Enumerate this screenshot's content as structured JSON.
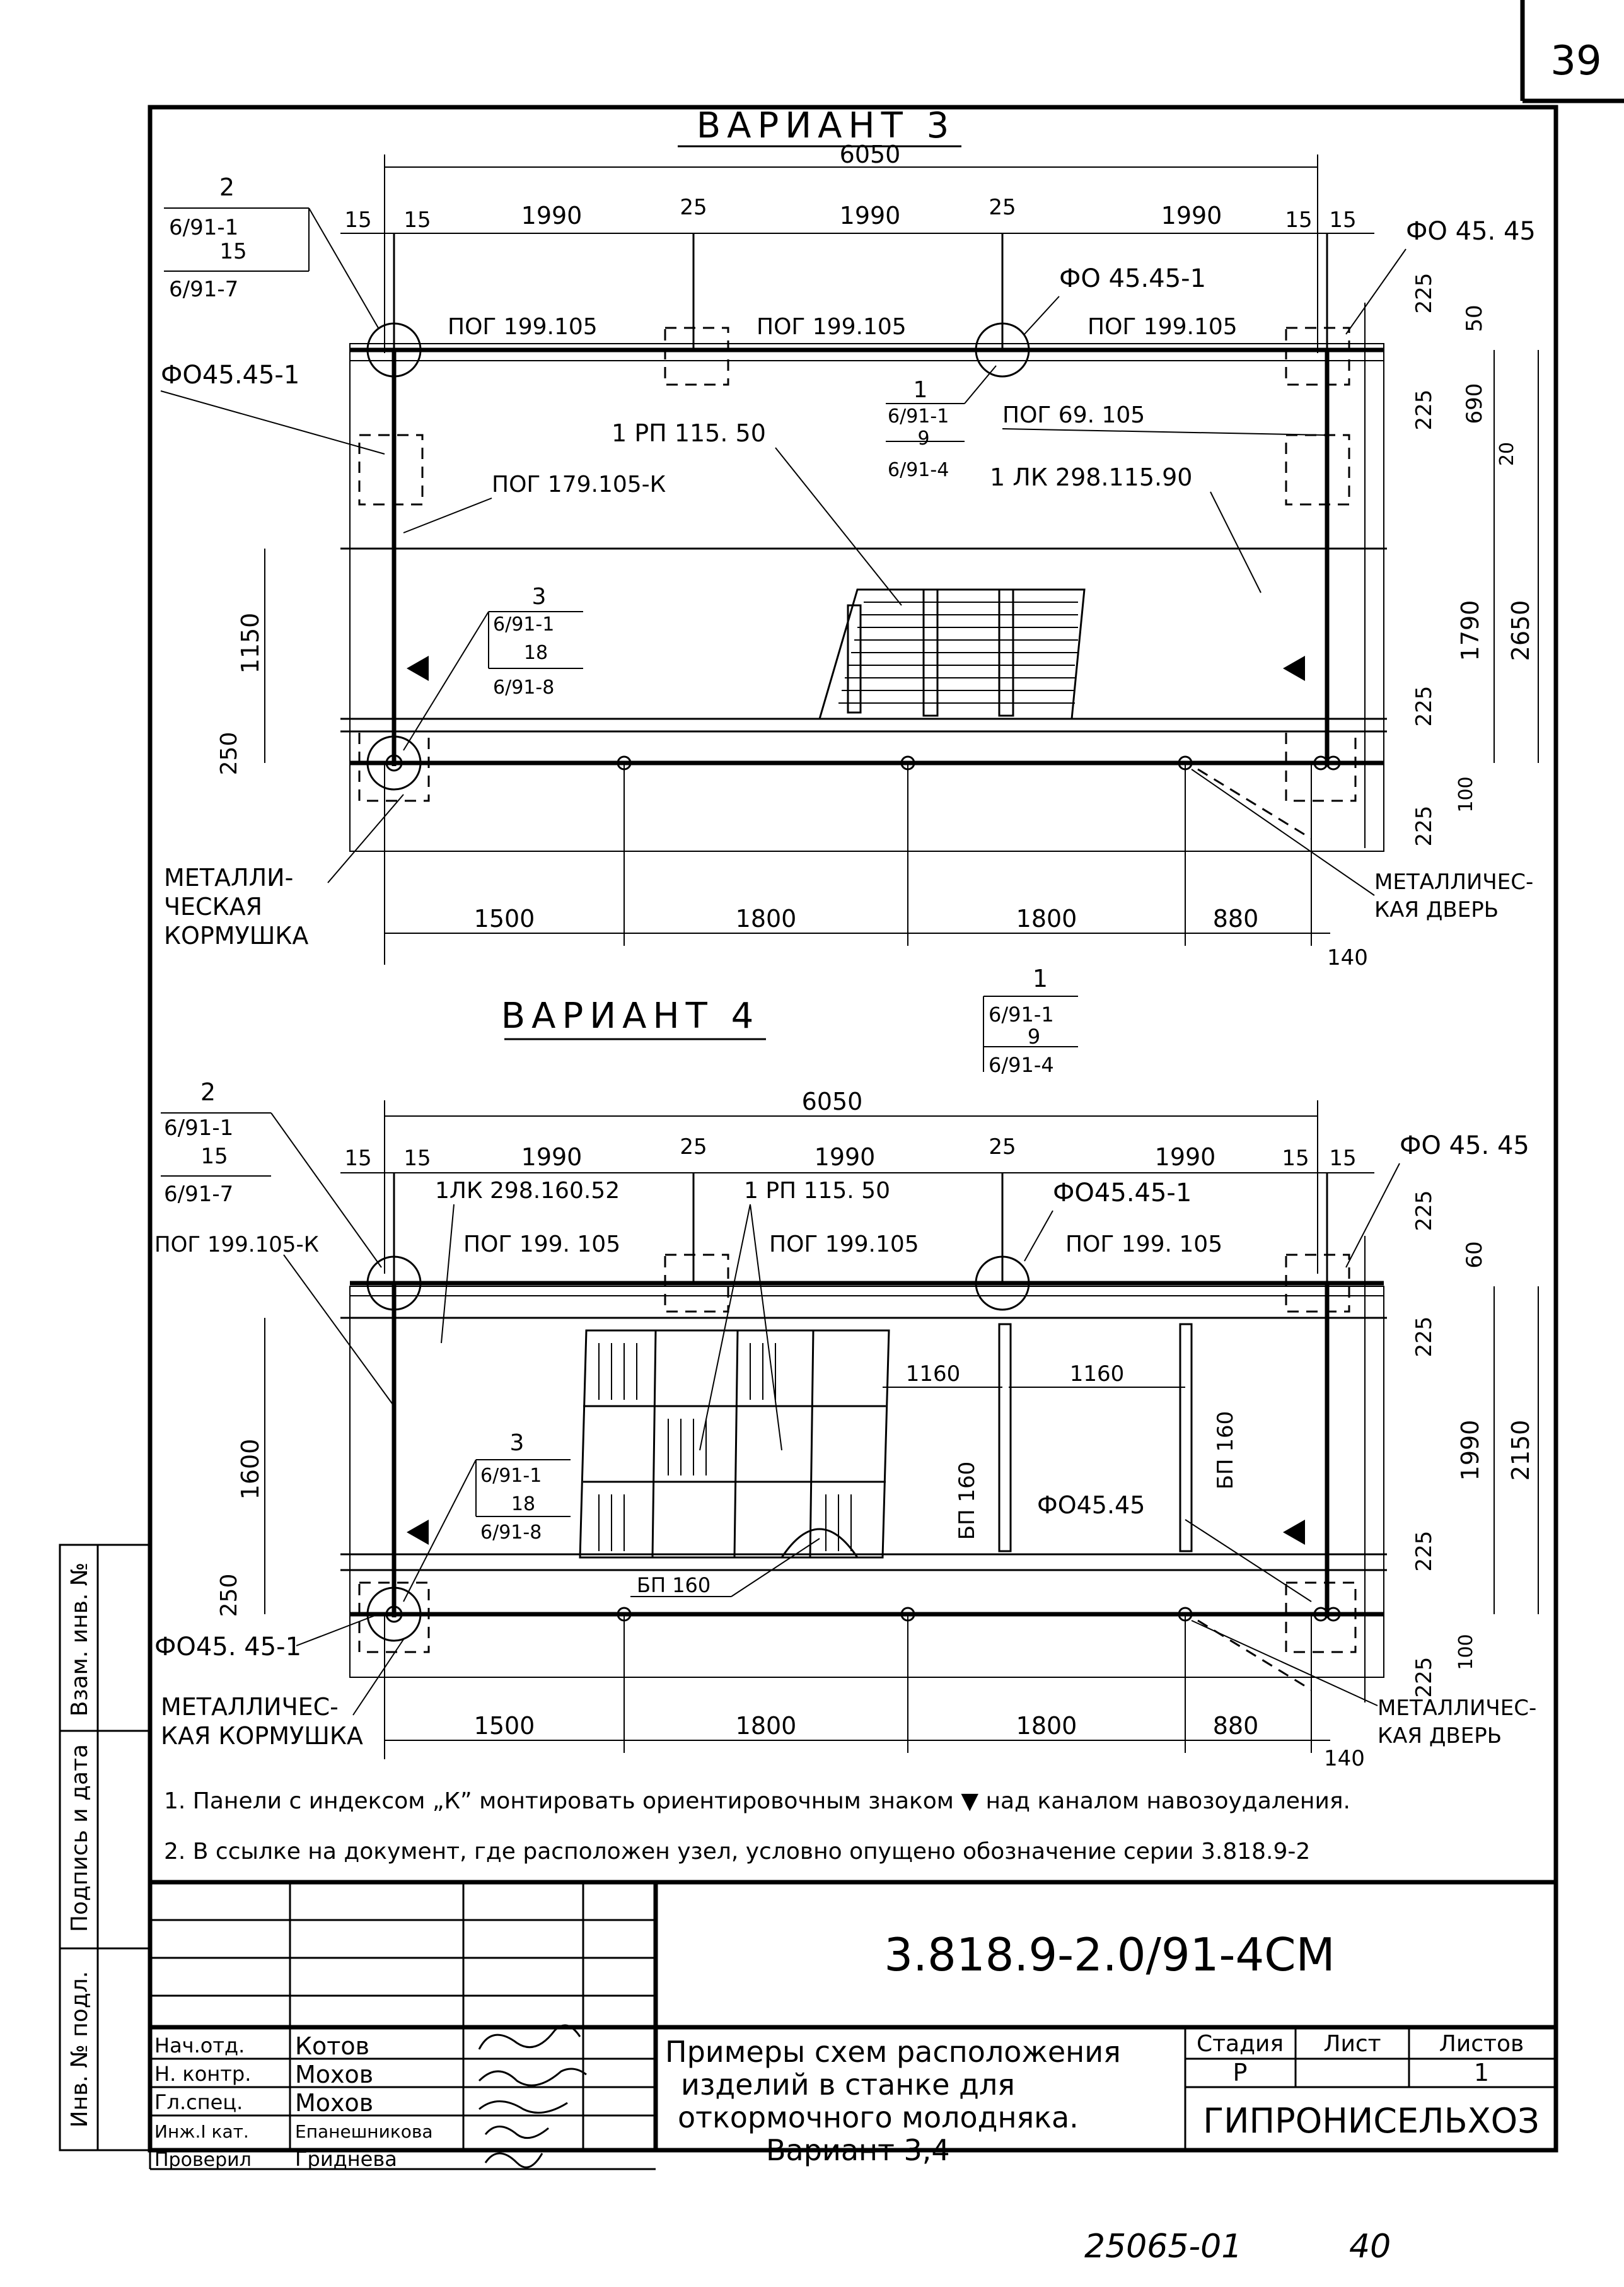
{
  "page_number": "39",
  "variant3": {
    "title": "ВАРИАНТ 3",
    "total_width": "6050",
    "top_dims": [
      "15",
      "15",
      "1990",
      "25",
      "1990",
      "25",
      "1990",
      "15",
      "15"
    ],
    "labels": {
      "pog_left": "ПОГ 199.105",
      "pog_mid": "ПОГ 199.105",
      "pog_right": "ПОГ 199.105",
      "pog_wall": "ПОГ 179.105-К",
      "pog_small": "ПОГ 69. 105",
      "rp": "1 РП 115. 50",
      "lk": "1 ЛК 298.115.90",
      "fo_right": "ФО 45. 45",
      "fo_mid": "ФО 45.45-1",
      "fo_left": "ФО45.45-1"
    },
    "node2": {
      "num": "2",
      "a": "6/91-1",
      "b": "15",
      "c": "6/91-7"
    },
    "node1": {
      "num": "1",
      "a": "6/91-1",
      "b": "9",
      "c": "6/91-4"
    },
    "node3": {
      "num": "3",
      "a": "6/91-1",
      "b": "18",
      "c": "6/91-8"
    },
    "right_dims": [
      "225",
      "50",
      "225",
      "690",
      "20",
      "1790",
      "2650",
      "225",
      "100",
      "225"
    ],
    "left_dims": [
      "1150",
      "250"
    ],
    "bottom_dims": [
      "1500",
      "1800",
      "1800",
      "880",
      "140"
    ],
    "feeder": "МЕТАЛЛИ-\nЧЕСКАЯ\nКОРМУШКА",
    "door": "МЕТАЛЛИЧЕС-\nКАЯ ДВЕРЬ"
  },
  "variant4": {
    "title": "ВАРИАНТ 4",
    "total_width": "6050",
    "top_dims": [
      "15",
      "15",
      "1990",
      "25",
      "1990",
      "25",
      "1990",
      "15",
      "15"
    ],
    "labels": {
      "pog_k": "ПОГ 199.105-К",
      "pog_left": "ПОГ 199. 105",
      "pog_mid": "ПОГ 199.105",
      "pog_right": "ПОГ 199. 105",
      "lk": "1ЛК 298.160.52",
      "rp": "1 РП 115. 50",
      "fo_right": "ФО 45. 45",
      "fo_mid": "ФО45.45-1",
      "fo_inner": "ФО45.45",
      "fo_left": "ФО45. 45-1",
      "bp_a": "БП 160",
      "bp_b": "БП 160",
      "bp_c": "БП 160",
      "w1160a": "1160",
      "w1160b": "1160"
    },
    "node1": {
      "num": "1",
      "a": "6/91-1",
      "b": "9",
      "c": "6/91-4"
    },
    "node2": {
      "num": "2",
      "a": "6/91-1",
      "b": "15",
      "c": "6/91-7"
    },
    "node3": {
      "num": "3",
      "a": "6/91-1",
      "b": "18",
      "c": "6/91-8"
    },
    "right_dims": [
      "225",
      "60",
      "225",
      "1990",
      "2150",
      "225",
      "100",
      "225"
    ],
    "left_dims": [
      "1600",
      "250"
    ],
    "bottom_dims": [
      "1500",
      "1800",
      "1800",
      "880",
      "140"
    ],
    "feeder": "МЕТАЛЛИЧЕС-\nКАЯ КОРМУШКА",
    "door": "МЕТАЛЛИЧЕС-\nКАЯ ДВЕРЬ"
  },
  "notes": [
    "1. Панели с индексом „К” монтировать ориентировочным знаком ▼ над каналом навозоудаления.",
    "2. В ссылке на документ, где расположен узел, условно опущено обозначение серии 3.818.9-2"
  ],
  "side_stamp": [
    "Взам. инв. №",
    "Подпись и дата",
    "Инв. № подл."
  ],
  "title_block": {
    "code": "3.818.9-2.0/91-4СМ",
    "title": [
      "Примеры схем расположения",
      "изделий в станке для",
      "откормочного молодняка.",
      "Вариант 3,4"
    ],
    "stage_header": "Стадия",
    "sheet_header": "Лист",
    "sheets_header": "Листов",
    "stage": "Р",
    "sheet": "",
    "sheets": "1",
    "org": "ГИПРОНИСЕЛЬХОЗ",
    "people": [
      {
        "role": "Нач.отд.",
        "name": "Котов"
      },
      {
        "role": "Н. контр.",
        "name": "Мохов"
      },
      {
        "role": "Гл.спец.",
        "name": "Мохов"
      },
      {
        "role": "Инж.I кат.",
        "name": "Епанешникова"
      },
      {
        "role": "Проверил",
        "name": "Гриднева"
      }
    ]
  },
  "footer": {
    "inv": "25065-01",
    "page": "40"
  }
}
